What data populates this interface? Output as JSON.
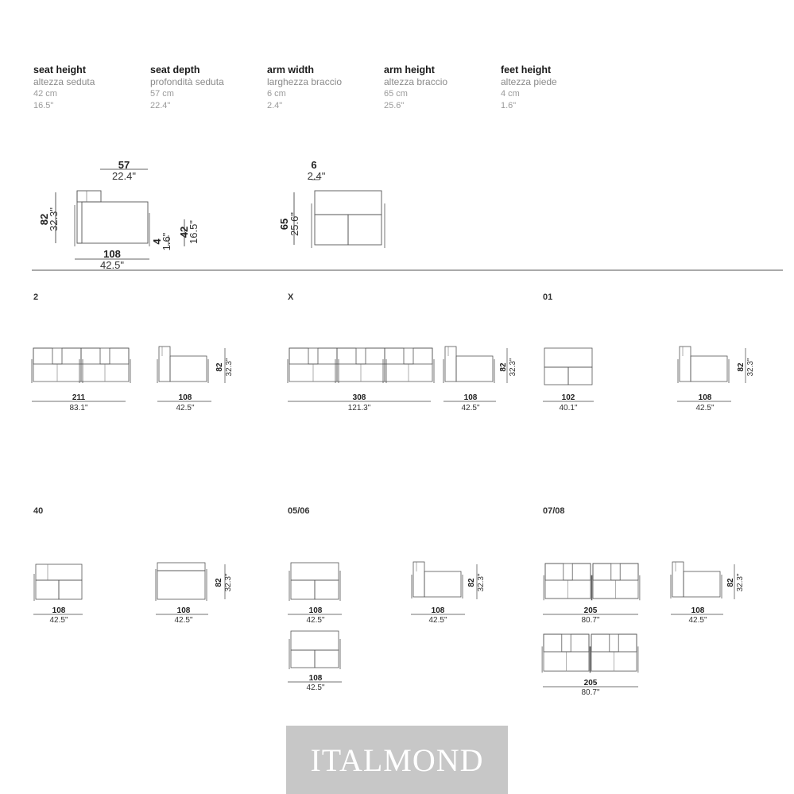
{
  "specs": [
    {
      "en": "seat height",
      "it": "altezza seduta",
      "cm": "42 cm",
      "inch": "16.5\""
    },
    {
      "en": "seat depth",
      "it": "profondità seduta",
      "cm": "57 cm",
      "inch": "22.4\""
    },
    {
      "en": "arm width",
      "it": "larghezza braccio",
      "cm": "6 cm",
      "inch": "2.4\""
    },
    {
      "en": "arm height",
      "it": "altezza braccio",
      "cm": "65 cm",
      "inch": "25.6\""
    },
    {
      "en": "feet height",
      "it": "altezza piede",
      "cm": "4 cm",
      "inch": "1.6\""
    }
  ],
  "main_side": {
    "seat_depth_cm": "57",
    "seat_depth_in": "22.4\"",
    "height_cm": "82",
    "height_in": "32.3\"",
    "depth_cm": "108",
    "depth_in": "42.5\"",
    "feet_cm": "4",
    "feet_in": "1.6\"",
    "seat_h_cm": "42",
    "seat_h_in": "16.5\""
  },
  "main_front": {
    "arm_w_cm": "6",
    "arm_w_in": "2.4\"",
    "arm_h_cm": "65",
    "arm_h_in": "25.6\""
  },
  "sections": {
    "s2": "2",
    "sx": "X",
    "s01": "01",
    "s40": "40",
    "s0506": "05/06",
    "s0708": "07/08"
  },
  "dims": {
    "d211": {
      "cm": "211",
      "inch": "83.1\""
    },
    "d308": {
      "cm": "308",
      "inch": "121.3\""
    },
    "d102": {
      "cm": "102",
      "inch": "40.1\""
    },
    "d108": {
      "cm": "108",
      "inch": "42.5\""
    },
    "d205": {
      "cm": "205",
      "inch": "80.7\""
    },
    "h82": {
      "cm": "82",
      "inch": "32.3\""
    }
  },
  "watermark": "ITALMOND"
}
